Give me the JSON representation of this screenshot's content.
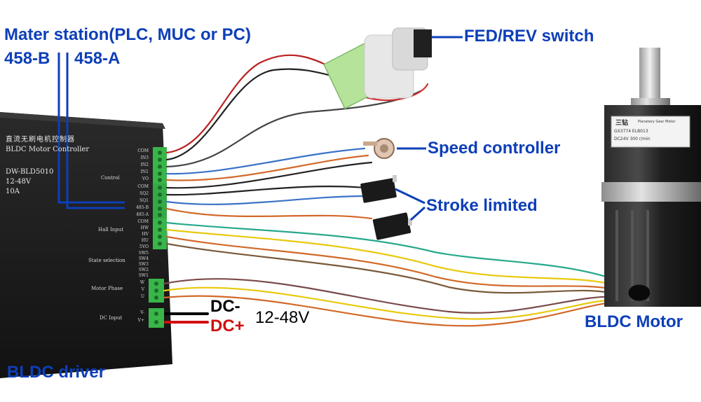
{
  "annotations": {
    "master_station": "Mater station(PLC, MUC or PC)",
    "rs485_b": "458-B",
    "rs485_a": "458-A",
    "fed_rev_switch": "FED/REV switch",
    "speed_controller": "Speed controller",
    "stroke_limited": "Stroke limited",
    "dc_minus": "DC-",
    "dc_plus": "DC+",
    "voltage_range": "12-48V",
    "bldc_motor": "BLDC Motor",
    "bldc_driver": "BLDC driver"
  },
  "controller": {
    "chinese_title": "直流无刷电机控制器",
    "english_title": "BLDC Motor Controller",
    "model": "DW-BLD5010",
    "voltage": "12-48V",
    "current": "10A",
    "groups": {
      "control": "Control",
      "hall_input": "Hall Input",
      "state_selection": "State selection",
      "motor_phase": "Motor Phase",
      "dc_input": "DC Input"
    },
    "terminals_control_a": [
      "COM",
      "IN3",
      "IN2",
      "IN1",
      "VO"
    ],
    "terminals_control_b": [
      "COM",
      "SQ2",
      "SQ1",
      "485-B",
      "485-A"
    ],
    "terminals_hall": [
      "COM",
      "HW",
      "HV",
      "HU",
      "5VO"
    ],
    "terminals_state": [
      "SW5",
      "SW4",
      "SW3",
      "SW2",
      "SW1"
    ],
    "terminals_phase": [
      "W",
      "V",
      "U"
    ],
    "terminals_dc": [
      "V-",
      "V+"
    ]
  },
  "motor": {
    "brand_mark": "三钻",
    "gear_label": "Planetary Gear Motor",
    "model_line": "GX3774 ELB013",
    "rating_line": "DC24V   300 r/min"
  },
  "colors": {
    "annotation_blue": "#0d3fb8",
    "dc_plus_red": "#d01010",
    "controller_body": "#1c1c1c",
    "terminal_green": "#39b54a"
  }
}
